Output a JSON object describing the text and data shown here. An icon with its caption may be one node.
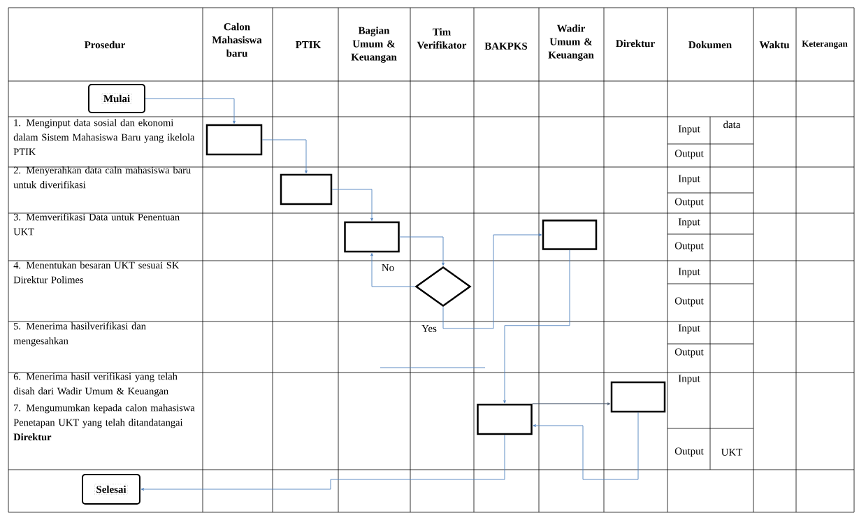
{
  "diagram": {
    "nodes": [
      {
        "text": [
          "Mulai"
        ]
      },
      {
        "text": [],
        "shape": "box"
      },
      {
        "text": [],
        "shape": "box"
      },
      {
        "text": [],
        "shape": "box"
      },
      {
        "text": [],
        "shape": "box"
      },
      {
        "text": [],
        "shape": "diamond"
      },
      {
        "text": [],
        "shape": "box"
      },
      {
        "text": [],
        "shape": "box"
      },
      {
        "text": [
          "Selesai"
        ]
      }
    ],
    "edges": [
      {
        "from": 0,
        "to": 1,
        "arrow": "to"
      },
      {
        "from": 1,
        "to": 2,
        "arrow": "to"
      },
      {
        "from": 2,
        "to": 3,
        "arrow": "to"
      },
      {
        "from": 3,
        "to": 5,
        "arrow": "to"
      },
      {
        "from": 5,
        "to": 3,
        "arrow": "to",
        "label": "No"
      },
      {
        "from": 5,
        "to": 4,
        "arrow": "to",
        "label": "Yes"
      },
      {
        "from": 4,
        "to": 6,
        "arrow": "to"
      },
      {
        "from": 6,
        "to": 7,
        "arrow": "to",
        "color": "#44546a"
      },
      {
        "from": 7,
        "to": 6,
        "arrow": "to"
      },
      {
        "from": 6,
        "to": 8,
        "arrow": "to"
      }
    ],
    "labels": [
      "Prosedur",
      "Calon Mahasiswa baru",
      "PTIK",
      "Bagian Umum & Keuangan",
      "Tim Verifikator",
      "BAKPKS",
      "Wadir Umum & Keuangan",
      "Direktur",
      "Dokumen",
      "Waktu",
      "Keterangan",
      "1. Menginput data sosial dan ekonomi dalam Sistem Mahasiswa Baru yang ikelola PTIK",
      "Input",
      "data",
      "Output",
      "2. Menyerahkan data caln mahasiswa baru untuk diverifikasi",
      "Input",
      "Output",
      "3. Memverifikasi Data untuk Penentuan UKT",
      "Input",
      "Output",
      "4. Menentukan besaran UKT sesuai SK Direktur Polimes",
      "Input",
      "Output",
      "5. Menerima hasilverifikasi dan mengesahkan",
      "Input",
      "Output",
      "6. Menerima hasil verifikasi yang telah disah dari Wadir Umum & Keuangan",
      "7. Mengumumkan kepada calon mahasiswa Penetapan UKT yang telah ditandatangai **Direktur**",
      "Input",
      "Output",
      "UKT"
    ]
  }
}
